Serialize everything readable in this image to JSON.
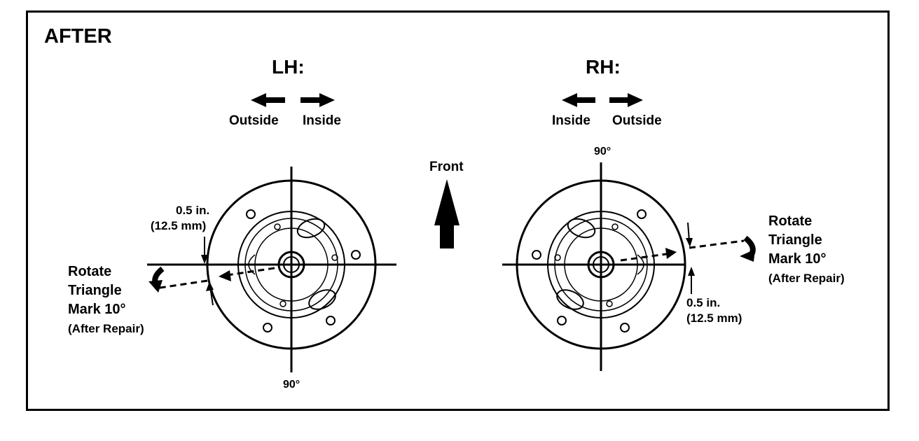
{
  "title": "AFTER",
  "front_label": "Front",
  "lh": {
    "heading": "LH:",
    "dir_left": "Outside",
    "dir_right": "Inside",
    "angle_label": "90°",
    "offset_in": "0.5 in.",
    "offset_mm": "(12.5 mm)",
    "note_line1": "Rotate",
    "note_line2": "Triangle",
    "note_line3": "Mark 10°",
    "note_line4": "(After Repair)"
  },
  "rh": {
    "heading": "RH:",
    "dir_left": "Inside",
    "dir_right": "Outside",
    "angle_label": "90°",
    "offset_in": "0.5 in.",
    "offset_mm": "(12.5 mm)",
    "note_line1": "Rotate",
    "note_line2": "Triangle",
    "note_line3": "Mark 10°",
    "note_line4": "(After Repair)"
  }
}
